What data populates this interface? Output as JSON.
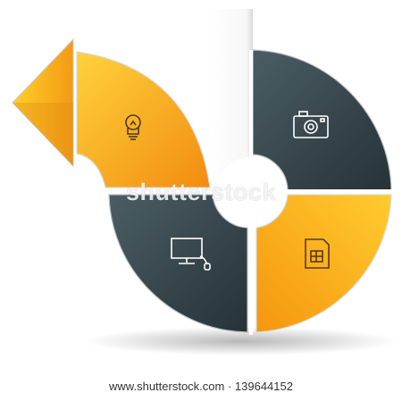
{
  "infographic": {
    "segments": [
      {
        "name": "top-left",
        "color": "#f5a623",
        "icon": "lightbulb-icon"
      },
      {
        "name": "top-right",
        "color": "#2f3e45",
        "icon": "camera-icon"
      },
      {
        "name": "bottom-left",
        "color": "#2f3e45",
        "icon": "monitor-icon"
      },
      {
        "name": "bottom-right",
        "color": "#f5a623",
        "icon": "sim-card-icon"
      }
    ],
    "colors": {
      "orange_light": "#ffd23c",
      "orange_dark": "#f28c10",
      "slate_light": "#4b5d64",
      "slate_dark": "#263237",
      "icon_stroke_dark": "#4a3a1a",
      "icon_stroke_light": "#ffffff"
    }
  },
  "watermark": {
    "text": "shutterstock",
    "footer": "www.shutterstock.com · 139644152"
  }
}
